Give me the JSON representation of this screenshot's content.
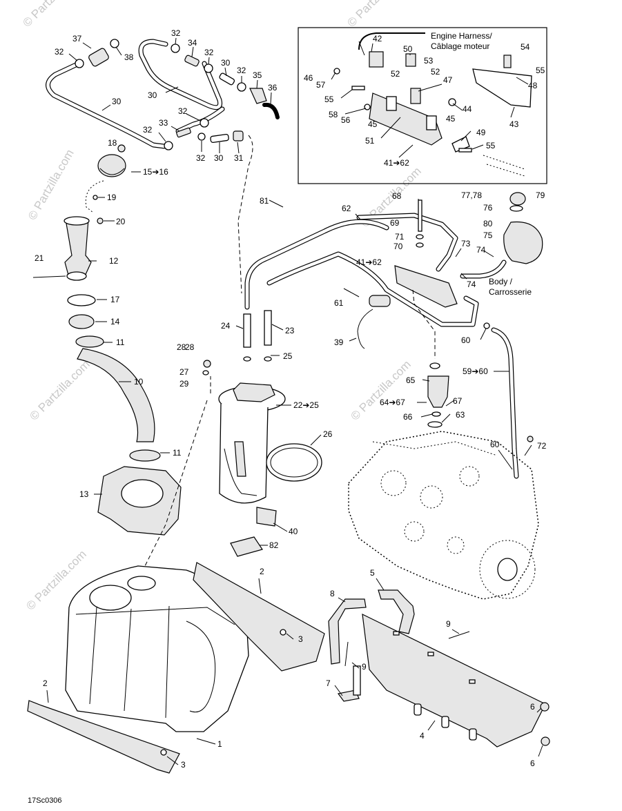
{
  "watermark": "© Partzilla.com",
  "harness_label_en": "Engine Harness/",
  "harness_label_fr": "Câblage moteur",
  "body_label_en": "Body /",
  "body_label_fr": "Carrosserie",
  "drawing_code": "17Sc0306",
  "callouts": {
    "c37": "37",
    "c32a": "32",
    "c38": "38",
    "c32b": "32",
    "c34": "34",
    "c32c": "32",
    "c30a": "30",
    "c32d": "32",
    "c35": "35",
    "c36": "36",
    "c30b": "30",
    "c30c": "30",
    "c32e": "32",
    "c33": "33",
    "c32f": "32",
    "c32g": "32",
    "c30d": "30",
    "c31": "31",
    "c18": "18",
    "c15_16": "15➔16",
    "c19": "19",
    "c20": "20",
    "c21": "21",
    "c12": "12",
    "c17": "17",
    "c14": "14",
    "c11a": "11",
    "c10": "10",
    "c11b": "11",
    "c13": "13",
    "c81": "81",
    "c24": "24",
    "c23": "23",
    "c28": "28",
    "c27": "27",
    "c29": "29",
    "c25": "25",
    "c22_25": "22➔25",
    "c26": "26",
    "c40": "40",
    "c82": "82",
    "c2a": "2",
    "c3a": "3",
    "c2b": "2",
    "c1": "1",
    "c3b": "3",
    "c42": "42",
    "c50": "50",
    "c53": "53",
    "c52a": "52",
    "c52b": "52",
    "c54": "54",
    "c55a": "55",
    "c46": "46",
    "c57": "57",
    "c47": "47",
    "c48": "48",
    "c55b": "55",
    "c58": "58",
    "c56": "56",
    "c45a": "45",
    "c44": "44",
    "c45b": "45",
    "c43": "43",
    "c51": "51",
    "c49": "49",
    "c55c": "55",
    "c41_62a": "41➔62",
    "c68": "68",
    "c62": "62",
    "c69": "69",
    "c71": "71",
    "c70": "70",
    "c41_62b": "41➔62",
    "c77_78": "77,78",
    "c79": "79",
    "c76": "76",
    "c80": "80",
    "c75": "75",
    "c73": "73",
    "c74a": "74",
    "c74b": "74",
    "c61": "61",
    "c39": "39",
    "c60a": "60",
    "c59_60": "59➔60",
    "c65": "65",
    "c64_67": "64➔67",
    "c67": "67",
    "c66": "66",
    "c63": "63",
    "c60b": "60",
    "c72": "72",
    "c5": "5",
    "c8": "8",
    "c9a": "9",
    "c9b": "9",
    "c7": "7",
    "c6a": "6",
    "c4": "4",
    "c6b": "6"
  }
}
